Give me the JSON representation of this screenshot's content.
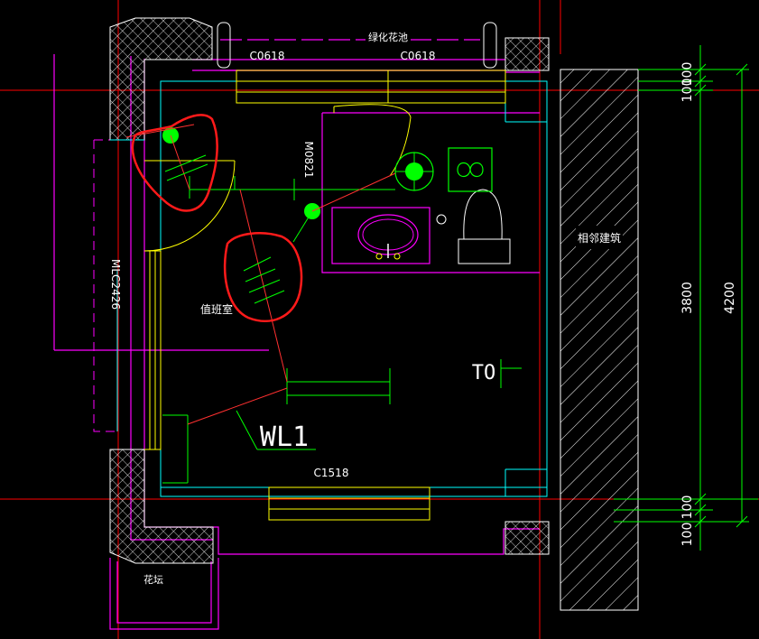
{
  "labels": {
    "green_planter": "绿化花池",
    "window_left": "C0618",
    "window_right": "C0618",
    "door": "M0821",
    "door_window": "MLC2426",
    "room": "值班室",
    "neighbor": "相邻建筑",
    "telecom": "TO",
    "wiring": "WL1",
    "window_bottom": "C1518",
    "flower_bed": "花坛"
  },
  "dimensions": {
    "top_100_a": "100",
    "top_100_b": "100",
    "span_3800": "3800",
    "span_4200": "4200",
    "bottom_100_a": "100",
    "bottom_100_b": "100"
  },
  "colors": {
    "background": "#000000",
    "axis": "#ff0000",
    "wall": "#ff00ff",
    "structure": "#00ffff",
    "fixture": "#ffff00",
    "annotation": "#00ff00",
    "hatch": "#ffffff",
    "markup": "#ff1a1a"
  }
}
